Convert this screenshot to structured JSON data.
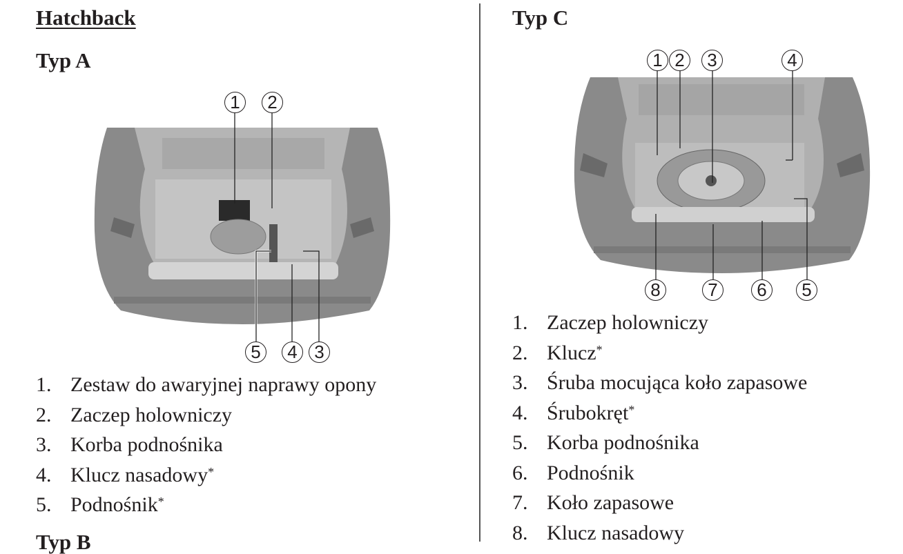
{
  "left": {
    "heading": "Hatchback",
    "subheading": "Typ A",
    "callouts_top": [
      "1",
      "2"
    ],
    "callouts_bottom": [
      "5",
      "4",
      "3"
    ],
    "items": [
      {
        "num": "1.",
        "label": "Zestaw do awaryjnej naprawy opony",
        "star": ""
      },
      {
        "num": "2.",
        "label": "Zaczep holowniczy",
        "star": ""
      },
      {
        "num": "3.",
        "label": "Korba podnośnika",
        "star": ""
      },
      {
        "num": "4.",
        "label": "Klucz nasadowy",
        "star": "*"
      },
      {
        "num": "5.",
        "label": "Podnośnik",
        "star": "*"
      }
    ],
    "next_heading": "Typ B"
  },
  "right": {
    "subheading": "Typ C",
    "callouts_top": [
      "1",
      "2",
      "3",
      "4"
    ],
    "callouts_bottom": [
      "8",
      "7",
      "6",
      "5"
    ],
    "items": [
      {
        "num": "1.",
        "label": "Zaczep holowniczy",
        "star": ""
      },
      {
        "num": "2.",
        "label": "Klucz",
        "star": "*"
      },
      {
        "num": "3.",
        "label": "Śruba mocująca koło zapasowe",
        "star": ""
      },
      {
        "num": "4.",
        "label": "Śrubokręt",
        "star": "*"
      },
      {
        "num": "5.",
        "label": "Korba podnośnika",
        "star": ""
      },
      {
        "num": "6.",
        "label": "Podnośnik",
        "star": ""
      },
      {
        "num": "7.",
        "label": "Koło zapasowe",
        "star": ""
      },
      {
        "num": "8.",
        "label": "Klucz nasadowy",
        "star": ""
      }
    ]
  }
}
